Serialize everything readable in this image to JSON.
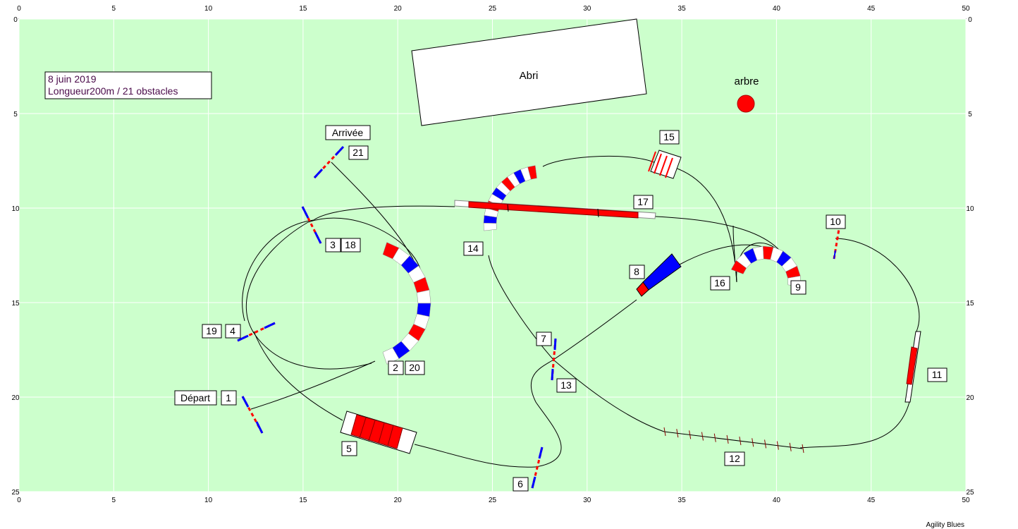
{
  "field": {
    "x_ticks": [
      "0",
      "5",
      "10",
      "15",
      "20",
      "25",
      "30",
      "35",
      "40",
      "45",
      "50"
    ],
    "y_ticks": [
      "0",
      "5",
      "10",
      "15",
      "20",
      "25"
    ],
    "background": "#ccffcc",
    "grid_color": "#ffffff"
  },
  "info": {
    "date": "8 juin 2019",
    "summary": "Longueur200m / 21  obstacles"
  },
  "shelter_label": "Abri",
  "tree_label": "arbre",
  "start_label": "Départ",
  "finish_label": "Arrivée",
  "footer": "Agility Blues",
  "obstacle_numbers": {
    "n1": "1",
    "n2": "2",
    "n20": "20",
    "n3": "3",
    "n18": "18",
    "n4": "4",
    "n19": "19",
    "n5": "5",
    "n6": "6",
    "n7": "7",
    "n8": "8",
    "n9": "9",
    "n10": "10",
    "n11": "11",
    "n12": "12",
    "n13": "13",
    "n14": "14",
    "n15": "15",
    "n16": "16",
    "n17": "17",
    "n21": "21"
  },
  "colors": {
    "red": "#ff0000",
    "blue": "#0000ff",
    "tree": "#ff0000",
    "text_purple": "#4a0a4a"
  }
}
